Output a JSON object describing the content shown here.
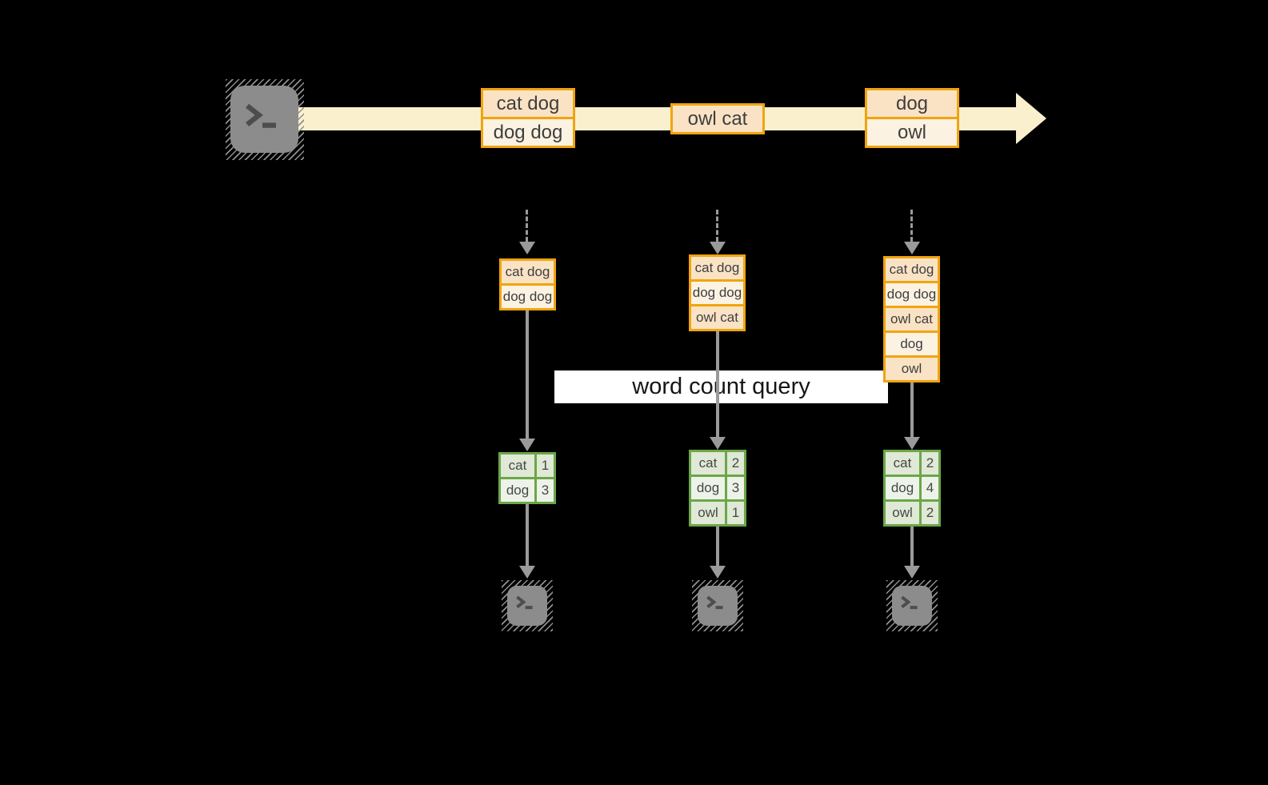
{
  "diagram": {
    "banner": {
      "label": "word count query"
    },
    "stream": {
      "batches": [
        {
          "records": [
            "cat dog",
            "dog dog"
          ]
        },
        {
          "records": [
            "owl cat"
          ]
        },
        {
          "records": [
            "dog",
            "owl"
          ]
        }
      ]
    },
    "pipelines": [
      {
        "buffer": [
          "cat dog",
          "dog dog"
        ],
        "counts": [
          {
            "word": "cat",
            "count": "1"
          },
          {
            "word": "dog",
            "count": "3"
          }
        ]
      },
      {
        "buffer": [
          "cat dog",
          "dog dog",
          "owl cat"
        ],
        "counts": [
          {
            "word": "cat",
            "count": "2"
          },
          {
            "word": "dog",
            "count": "3"
          },
          {
            "word": "owl",
            "count": "1"
          }
        ]
      },
      {
        "buffer": [
          "cat dog",
          "dog dog",
          "owl cat",
          "dog",
          "owl"
        ],
        "counts": [
          {
            "word": "cat",
            "count": "2"
          },
          {
            "word": "dog",
            "count": "4"
          },
          {
            "word": "owl",
            "count": "2"
          }
        ]
      }
    ],
    "icons": {
      "source": "terminal-prompt-icon",
      "output": "terminal-prompt-icon"
    },
    "colors": {
      "background": "#000000",
      "stream_band": "#FAF0CE",
      "record_border": "#F1A40E",
      "record_fill_dark": "#FAE3C5",
      "record_fill_light": "#FCF2E2",
      "table_border": "#6CA64A",
      "table_fill_dark": "#DFE9D6",
      "table_fill_light": "#EDF3E8",
      "arrow_gray": "#9A9A9A",
      "terminal_gray": "#8C8C8C",
      "banner_bg": "#FFFFFF"
    }
  }
}
